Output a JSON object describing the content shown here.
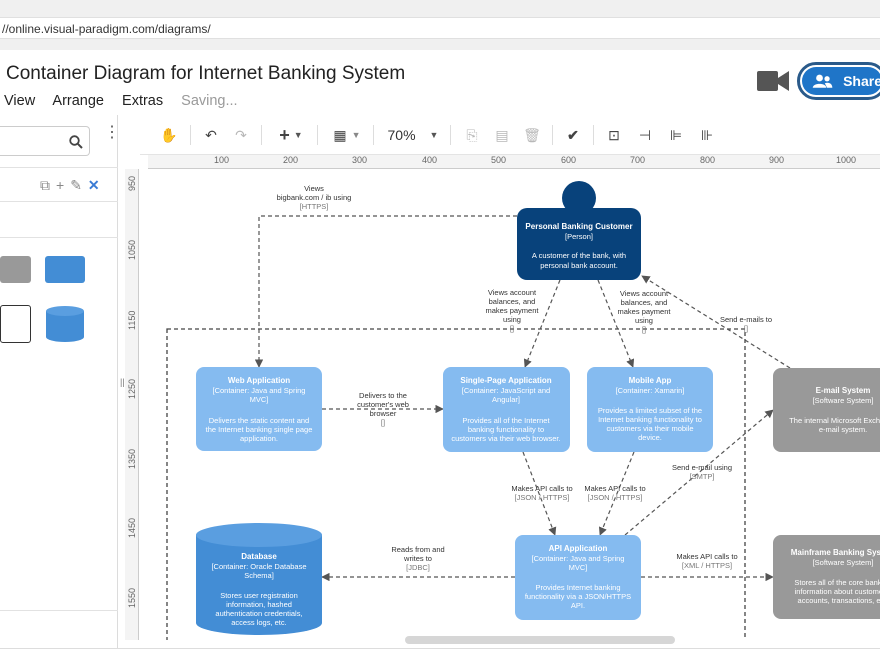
{
  "browser": {
    "url": "//online.visual-paradigm.com/diagrams/"
  },
  "header": {
    "title": "Container Diagram for Internet Banking System",
    "menu": [
      "View",
      "Arrange",
      "Extras"
    ],
    "status": "Saving...",
    "share_label": "Share"
  },
  "toolbar": {
    "zoom": "70%"
  },
  "ruler": {
    "top": [
      "100",
      "200",
      "300",
      "400",
      "500",
      "600",
      "700",
      "800",
      "900",
      "1000"
    ],
    "left": [
      "950",
      "1050",
      "1150",
      "1250",
      "1350",
      "1450",
      "1550"
    ]
  },
  "diagram": {
    "customer": {
      "title": "Personal Banking Customer",
      "type": "[Person]",
      "desc": [
        "A customer of the bank, with",
        "personal bank account."
      ]
    },
    "webapp": {
      "title": "Web Application",
      "type": [
        "[Container: Java and Spring",
        "MVC]"
      ],
      "desc": [
        "Delivers the static content and",
        "the Internet banking single page",
        "application."
      ]
    },
    "spa": {
      "title": "Single-Page Application",
      "type": [
        "[Container: JavaScript and",
        "Angular]"
      ],
      "desc": [
        "Provides all of the Internet",
        "banking functionality to",
        "customers via their web browser."
      ]
    },
    "mobile": {
      "title": "Mobile App",
      "type": [
        "[Container: Xamarin]"
      ],
      "desc": [
        "Provides a limited subset of the",
        "Internet banking functionality to",
        "customers via their mobile",
        "device."
      ]
    },
    "api": {
      "title": "API Application",
      "type": [
        "[Container: Java and Spring",
        "MVC]"
      ],
      "desc": [
        "Provides Internet banking",
        "functionality via a JSON/HTTPS",
        "API."
      ]
    },
    "database": {
      "title": "Database",
      "type": [
        "[Container: Oracle Database",
        "Schema]"
      ],
      "desc": [
        "Stores user registration",
        "information, hashed",
        "authentication credentials,",
        "access logs, etc."
      ]
    },
    "email": {
      "title": "E-mail System",
      "type": [
        "[Software System]"
      ],
      "desc": [
        "The internal Microsoft Exchange",
        "e-mail system."
      ]
    },
    "mainframe": {
      "title": "Mainframe Banking System",
      "type": [
        "[Software System]"
      ],
      "desc": [
        "Stores all of the core banking",
        "information about customers,",
        "accounts, transactions, etc."
      ]
    },
    "labels": {
      "views_web": [
        "Views",
        "bigbank.com / ib using",
        "[HTTPS]"
      ],
      "views_spa": [
        "Views account",
        "balances, and",
        "makes payment",
        "using",
        "[]"
      ],
      "views_mobile": [
        "Views account",
        "balances, and",
        "makes payment",
        "using",
        "[]"
      ],
      "send_email": [
        "Send e-mails to",
        "[]"
      ],
      "delivers": [
        "Delivers to the",
        "customer's web",
        "browser",
        "[]"
      ],
      "spa_api": [
        "Makes API calls to",
        "[JSON / HTTPS]"
      ],
      "mobile_api": [
        "Makes API calls to",
        "[JSON / HTTPS]"
      ],
      "api_email": [
        "Send e-mail using",
        "[SMTP]"
      ],
      "api_db": [
        "Reads from and",
        "writes to",
        "[JDBC]"
      ],
      "api_mainframe": [
        "Makes API calls to",
        "[XML / HTTPS]"
      ]
    }
  },
  "colors": {
    "person": "#08427b",
    "container": "#85bbf0",
    "database": "#438dd5",
    "external": "#999999",
    "accent": "#1f75c8"
  }
}
